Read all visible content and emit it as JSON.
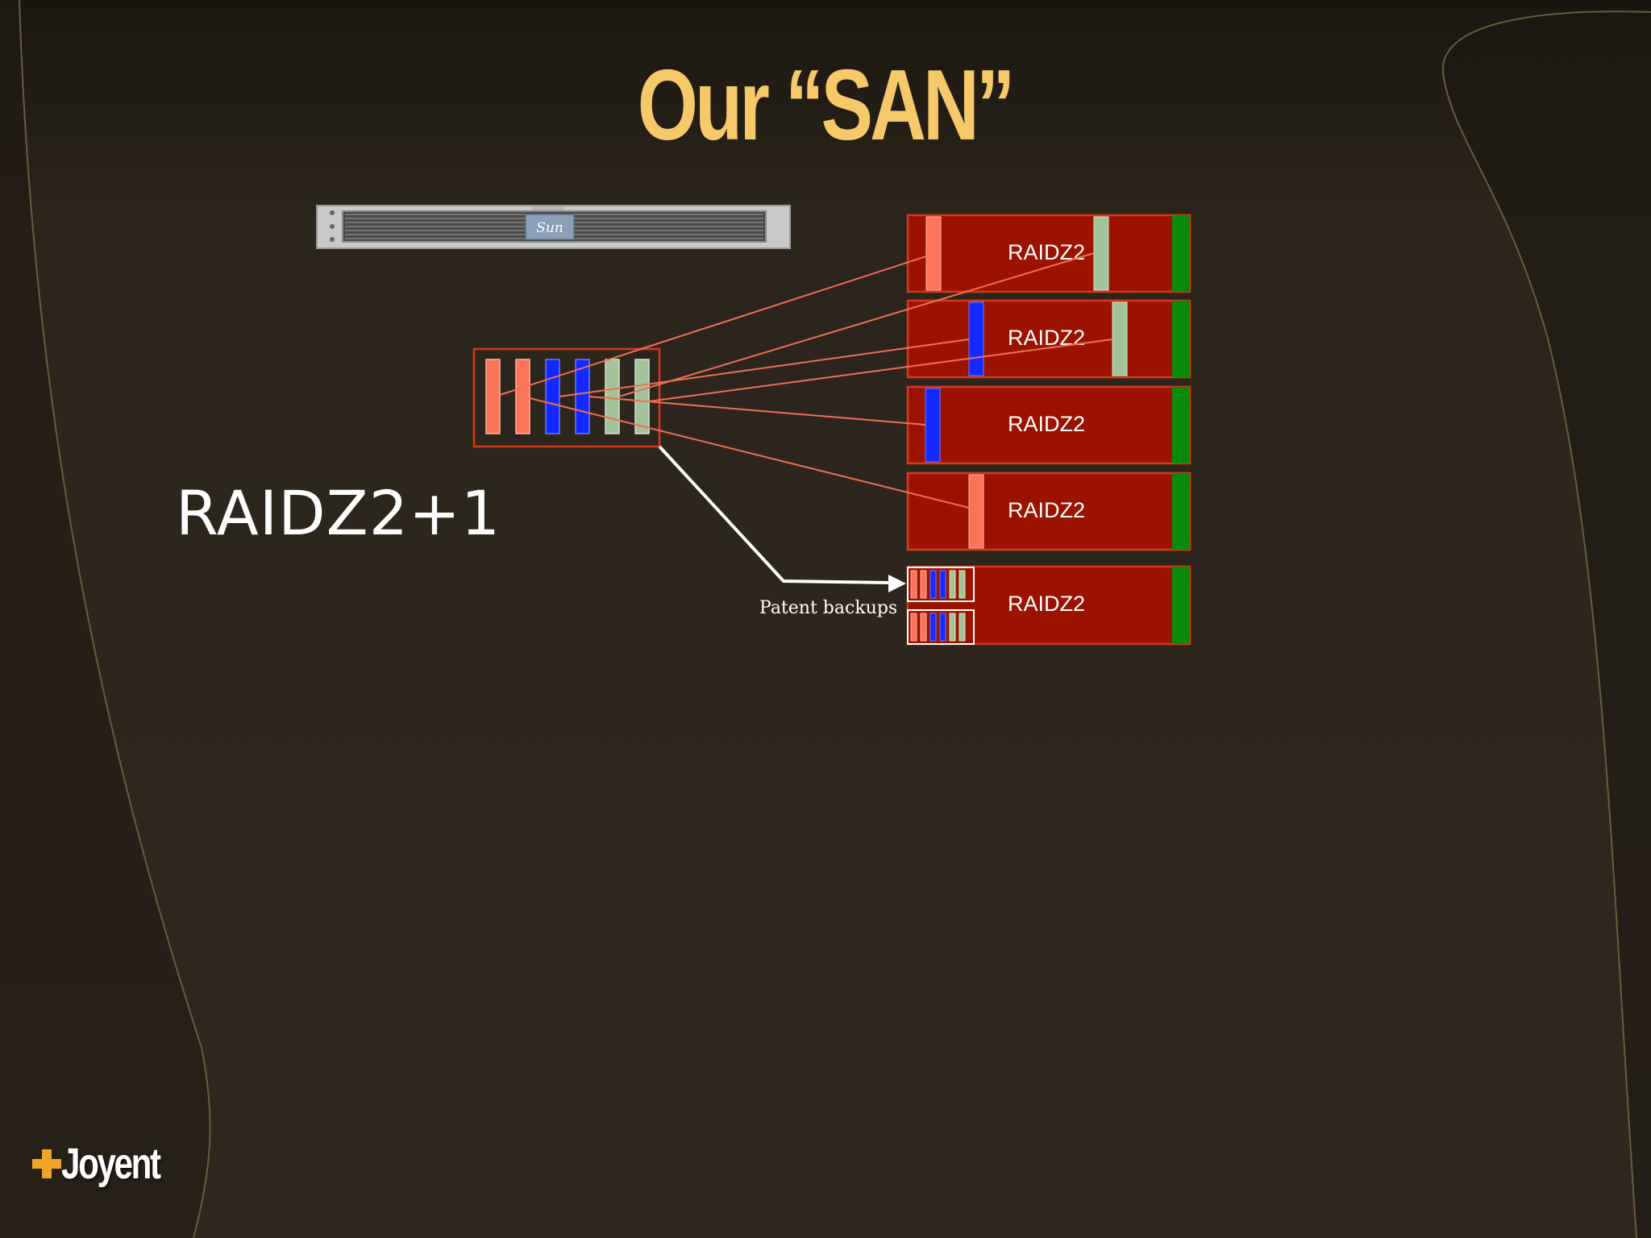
{
  "slide": {
    "title": "Our “SAN”",
    "side_label": "RAIDZ2+1",
    "backup_label": "Patent backups",
    "logo_text": "Joyent",
    "server_badge": "Sun"
  },
  "pools": [
    {
      "label": "RAIDZ2"
    },
    {
      "label": "RAIDZ2"
    },
    {
      "label": "RAIDZ2"
    },
    {
      "label": "RAIDZ2"
    },
    {
      "label": "RAIDZ2"
    }
  ],
  "colors": {
    "title": "#f5c96a",
    "pool_fill": "#9b1300",
    "pool_border": "#d63a1a",
    "pool_end": "#0a8a0a",
    "disk_salmon": "#fb7358",
    "disk_blue": "#1329ff",
    "disk_sage": "#a3c39a",
    "logo_cross": "#f0a52a"
  }
}
